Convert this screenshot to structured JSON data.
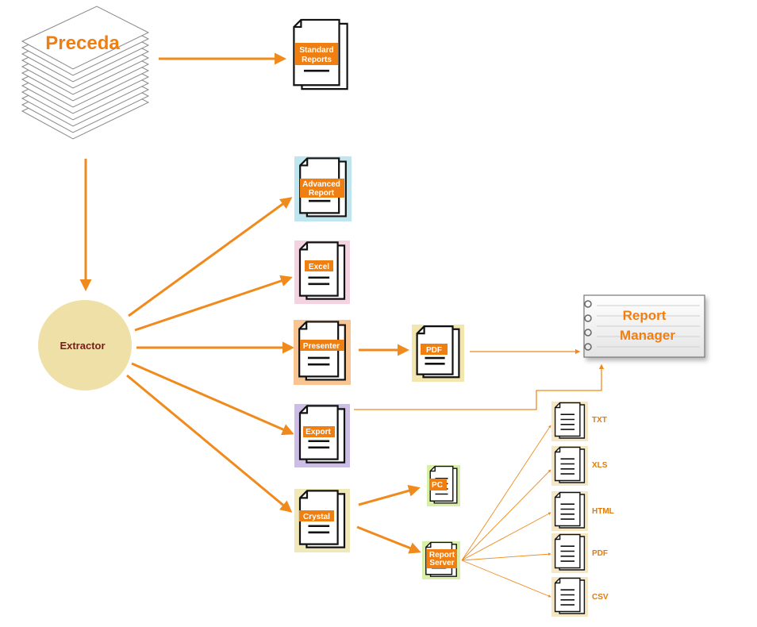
{
  "colors": {
    "arrow": "#f08a1c",
    "label_box": "#f07f12",
    "extractor_fill": "#efe0a8",
    "extractor_text": "#7a1b1b",
    "report_manager_text": "#f07f12",
    "preceda_text": "#f07f12"
  },
  "source": {
    "label": "Preceda"
  },
  "extractor": {
    "label": "Extractor"
  },
  "standard_reports": {
    "label_line1": "Standard",
    "label_line2": "Reports"
  },
  "outputs": {
    "advanced": {
      "label_line1": "Advanced",
      "label_line2": "Report",
      "bg": "#bfe6ef"
    },
    "excel": {
      "label": "Excel",
      "bg": "#f3d3df"
    },
    "presenter": {
      "label": "Presenter",
      "bg": "#f8c592"
    },
    "export": {
      "label": "Export",
      "bg": "#cbbde3"
    },
    "crystal": {
      "label": "Crystal",
      "bg": "#f1e8b9"
    }
  },
  "pdf_doc": {
    "label": "PDF",
    "bg": "#f2e5ad"
  },
  "pc_doc": {
    "label": "PC",
    "bg": "#d9efa8"
  },
  "report_server": {
    "label_line1": "Report",
    "label_line2": "Server",
    "bg": "#d9efa8"
  },
  "report_manager": {
    "label_line1": "Report",
    "label_line2": "Manager"
  },
  "formats": [
    {
      "label": "TXT"
    },
    {
      "label": "XLS"
    },
    {
      "label": "HTML"
    },
    {
      "label": "PDF"
    },
    {
      "label": "CSV"
    }
  ]
}
